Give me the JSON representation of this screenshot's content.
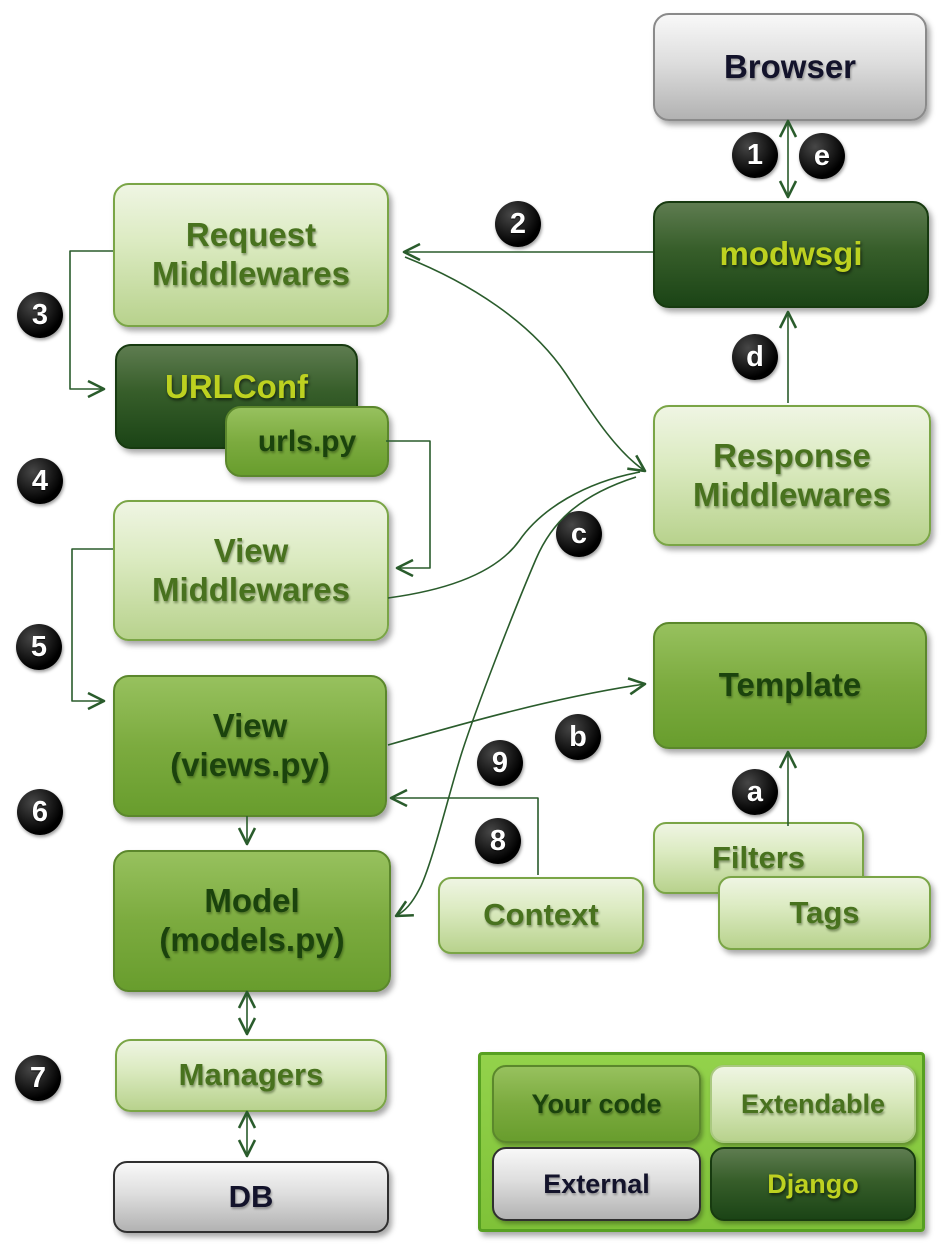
{
  "diagram": {
    "subject": "Django request-response cycle",
    "background": "#ffffff",
    "line_color": "#2a5c2c"
  },
  "nodes": {
    "browser": {
      "label": "Browser",
      "kind": "external"
    },
    "modwsgi": {
      "label": "modwsgi",
      "kind": "django"
    },
    "request_middlewares": {
      "label": "Request\nMiddlewares",
      "kind": "extendable"
    },
    "urlconf": {
      "label": "URLConf",
      "kind": "django"
    },
    "urls_py": {
      "label": "urls.py",
      "kind": "your-code"
    },
    "view_middlewares": {
      "label": "View\nMiddlewares",
      "kind": "extendable"
    },
    "view": {
      "label": "View\n(views.py)",
      "kind": "your-code"
    },
    "model": {
      "label": "Model\n(models.py)",
      "kind": "your-code"
    },
    "managers": {
      "label": "Managers",
      "kind": "extendable"
    },
    "db": {
      "label": "DB",
      "kind": "external"
    },
    "response_middlewares": {
      "label": "Response\nMiddlewares",
      "kind": "extendable"
    },
    "template": {
      "label": "Template",
      "kind": "your-code"
    },
    "filters": {
      "label": "Filters",
      "kind": "extendable"
    },
    "tags": {
      "label": "Tags",
      "kind": "extendable"
    },
    "context": {
      "label": "Context",
      "kind": "extendable"
    }
  },
  "badges": {
    "step1": {
      "label": "1"
    },
    "step2": {
      "label": "2"
    },
    "step3": {
      "label": "3"
    },
    "step4": {
      "label": "4"
    },
    "step5": {
      "label": "5"
    },
    "step6": {
      "label": "6"
    },
    "step7": {
      "label": "7"
    },
    "step8": {
      "label": "8"
    },
    "step9": {
      "label": "9"
    },
    "step_a": {
      "label": "a"
    },
    "step_b": {
      "label": "b"
    },
    "step_c": {
      "label": "c"
    },
    "step_d": {
      "label": "d"
    },
    "step_e": {
      "label": "e"
    }
  },
  "legend": {
    "your_code": {
      "label": "Your code",
      "color": "#7cab3f"
    },
    "extendable": {
      "label": "Extendable",
      "color": "#dcebc2"
    },
    "external": {
      "label": "External",
      "color": "#dedede"
    },
    "django": {
      "label": "Django",
      "color": "#1b4416"
    }
  }
}
